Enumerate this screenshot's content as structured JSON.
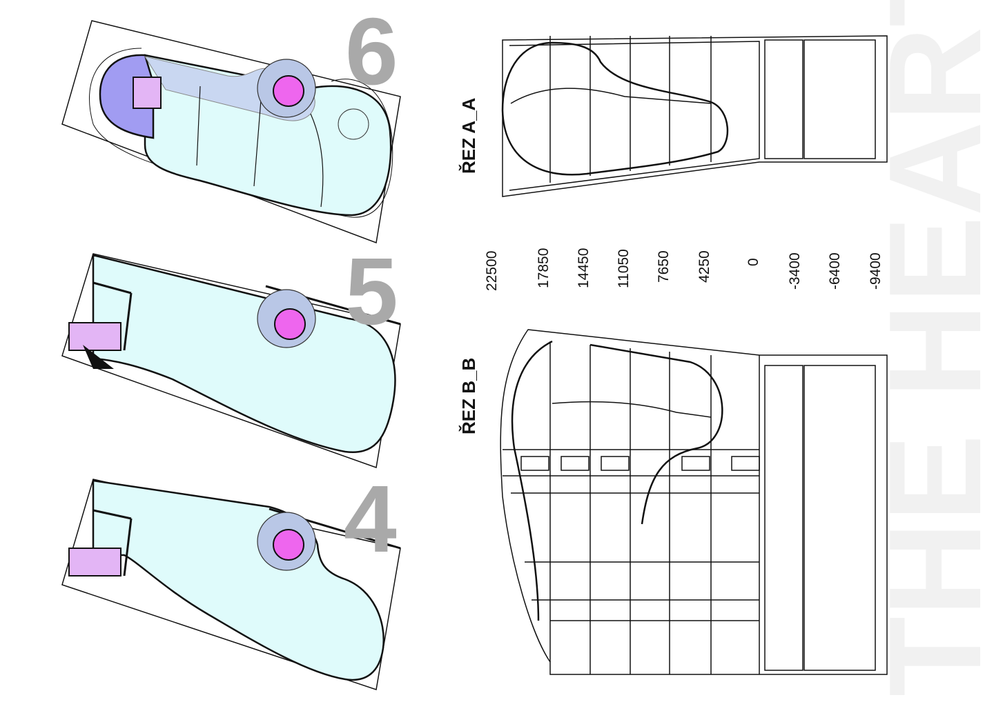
{
  "floor_plans": [
    {
      "label": "6"
    },
    {
      "label": "5"
    },
    {
      "label": "4"
    }
  ],
  "sections": {
    "a": {
      "title": "ŘEZ A_A"
    },
    "b": {
      "title": "ŘEZ B_B"
    }
  },
  "elevations": [
    "22500",
    "17850",
    "14450",
    "11050",
    "7650",
    "4250",
    "0",
    "-3400",
    "-6400",
    "-9400"
  ],
  "watermark": "THE HEART",
  "colors": {
    "office_floor": "#dffbfb",
    "corridor": "#c9d7f1",
    "hall": "#a19cf2",
    "toilets": "#e3b5f5",
    "core": "#ee66ee",
    "stair": "#b9c7e6",
    "label_grey": "#a9a9a9",
    "line": "#111111"
  }
}
